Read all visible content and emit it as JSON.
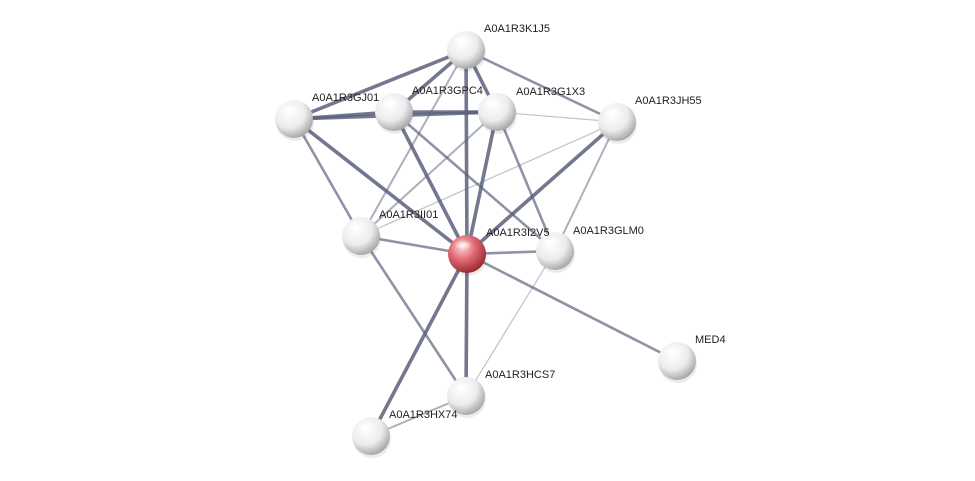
{
  "network": {
    "query_node": "A0A1R3I2V5",
    "nodes": [
      {
        "id": "A0A1R3K1J5",
        "label": "A0A1R3K1J5"
      },
      {
        "id": "A0A1R3GJ01",
        "label": "A0A1R3GJ01"
      },
      {
        "id": "A0A1R3GPC4",
        "label": "A0A1R3GPC4"
      },
      {
        "id": "A0A1R3G1X3",
        "label": "A0A1R3G1X3"
      },
      {
        "id": "A0A1R3JH55",
        "label": "A0A1R3JH55"
      },
      {
        "id": "A0A1R3II01",
        "label": "A0A1R3II01"
      },
      {
        "id": "A0A1R3I2V5",
        "label": "A0A1R3I2V5"
      },
      {
        "id": "A0A1R3GLM0",
        "label": "A0A1R3GLM0"
      },
      {
        "id": "MED4",
        "label": "MED4"
      },
      {
        "id": "A0A1R3HCS7",
        "label": "A0A1R3HCS7"
      },
      {
        "id": "A0A1R3HX74",
        "label": "A0A1R3HX74"
      }
    ],
    "edges": [
      {
        "source": "A0A1R3K1J5",
        "target": "A0A1R3GJ01",
        "strength": "strong"
      },
      {
        "source": "A0A1R3K1J5",
        "target": "A0A1R3GPC4",
        "strength": "strong"
      },
      {
        "source": "A0A1R3K1J5",
        "target": "A0A1R3G1X3",
        "strength": "strong"
      },
      {
        "source": "A0A1R3K1J5",
        "target": "A0A1R3JH55",
        "strength": "medium"
      },
      {
        "source": "A0A1R3K1J5",
        "target": "A0A1R3II01",
        "strength": "weak"
      },
      {
        "source": "A0A1R3K1J5",
        "target": "A0A1R3I2V5",
        "strength": "strong"
      },
      {
        "source": "A0A1R3GJ01",
        "target": "A0A1R3GPC4",
        "strength": "strong"
      },
      {
        "source": "A0A1R3GJ01",
        "target": "A0A1R3G1X3",
        "strength": "strong"
      },
      {
        "source": "A0A1R3GJ01",
        "target": "A0A1R3II01",
        "strength": "medium"
      },
      {
        "source": "A0A1R3GJ01",
        "target": "A0A1R3I2V5",
        "strength": "strong"
      },
      {
        "source": "A0A1R3GPC4",
        "target": "A0A1R3G1X3",
        "strength": "strong"
      },
      {
        "source": "A0A1R3GPC4",
        "target": "A0A1R3I2V5",
        "strength": "strong"
      },
      {
        "source": "A0A1R3GPC4",
        "target": "A0A1R3GLM0",
        "strength": "medium"
      },
      {
        "source": "A0A1R3G1X3",
        "target": "A0A1R3JH55",
        "strength": "faint"
      },
      {
        "source": "A0A1R3G1X3",
        "target": "A0A1R3II01",
        "strength": "weak"
      },
      {
        "source": "A0A1R3G1X3",
        "target": "A0A1R3I2V5",
        "strength": "strong"
      },
      {
        "source": "A0A1R3G1X3",
        "target": "A0A1R3GLM0",
        "strength": "medium"
      },
      {
        "source": "A0A1R3JH55",
        "target": "A0A1R3II01",
        "strength": "faint"
      },
      {
        "source": "A0A1R3JH55",
        "target": "A0A1R3I2V5",
        "strength": "strong"
      },
      {
        "source": "A0A1R3JH55",
        "target": "A0A1R3GLM0",
        "strength": "weak"
      },
      {
        "source": "A0A1R3II01",
        "target": "A0A1R3I2V5",
        "strength": "medium"
      },
      {
        "source": "A0A1R3II01",
        "target": "A0A1R3HCS7",
        "strength": "medium"
      },
      {
        "source": "A0A1R3I2V5",
        "target": "A0A1R3GLM0",
        "strength": "medium"
      },
      {
        "source": "A0A1R3I2V5",
        "target": "MED4",
        "strength": "medium"
      },
      {
        "source": "A0A1R3I2V5",
        "target": "A0A1R3HCS7",
        "strength": "strong"
      },
      {
        "source": "A0A1R3I2V5",
        "target": "A0A1R3HX74",
        "strength": "strong"
      },
      {
        "source": "A0A1R3GLM0",
        "target": "A0A1R3HCS7",
        "strength": "faint"
      },
      {
        "source": "A0A1R3HCS7",
        "target": "A0A1R3HX74",
        "strength": "weak"
      }
    ],
    "colors": {
      "query_node": "#d9444f",
      "neighbor_node": "#e8e8e8",
      "edge": "#5a607a",
      "label": "#222222"
    }
  }
}
